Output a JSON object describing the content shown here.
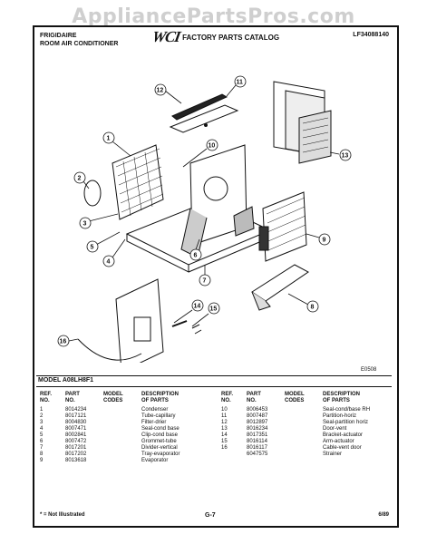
{
  "watermark": "AppliancePartsPros.com",
  "header": {
    "brand": "FRIGIDAIRE",
    "product": "ROOM AIR CONDITIONER",
    "logo": "WCI",
    "catalog_title": "FACTORY PARTS CATALOG",
    "catalog_number": "LF34088140"
  },
  "diagram": {
    "figure_ref": "E0508",
    "callouts": [
      "1",
      "2",
      "3",
      "4",
      "5",
      "6",
      "7",
      "8",
      "9",
      "10",
      "11",
      "12",
      "13",
      "14",
      "15",
      "16"
    ]
  },
  "model": "MODEL A08LH8F1",
  "table": {
    "headers": {
      "ref": [
        "REF.",
        "NO."
      ],
      "part": [
        "PART",
        "NO."
      ],
      "model_codes": [
        "MODEL",
        "CODES"
      ],
      "description": [
        "DESCRIPTION",
        "OF PARTS"
      ]
    },
    "left_rows": [
      {
        "ref": "1",
        "part": "8014234",
        "codes": "",
        "desc": "Condenser"
      },
      {
        "ref": "2",
        "part": "8017121",
        "codes": "",
        "desc": "Tube-capillary"
      },
      {
        "ref": "3",
        "part": "8004830",
        "codes": "",
        "desc": "Filter-drier"
      },
      {
        "ref": "4",
        "part": "8007471",
        "codes": "",
        "desc": "Seal-cond base"
      },
      {
        "ref": "5",
        "part": "8002841",
        "codes": "",
        "desc": "Clip-cond base"
      },
      {
        "ref": "6",
        "part": "8007472",
        "codes": "",
        "desc": "Grommet-tube"
      },
      {
        "ref": "7",
        "part": "8017201",
        "codes": "",
        "desc": "Divider-vertical"
      },
      {
        "ref": "8",
        "part": "8017202",
        "codes": "",
        "desc": "Tray-evaporator"
      },
      {
        "ref": "9",
        "part": "8013618",
        "codes": "",
        "desc": "Evaporator"
      }
    ],
    "right_rows": [
      {
        "ref": "10",
        "part": "8006453",
        "codes": "",
        "desc": "Seal-cond/base RH"
      },
      {
        "ref": "11",
        "part": "8007487",
        "codes": "",
        "desc": "Partition-horiz"
      },
      {
        "ref": "12",
        "part": "8012897",
        "codes": "",
        "desc": "Seal-partition horiz"
      },
      {
        "ref": "13",
        "part": "8016234",
        "codes": "",
        "desc": "Door-vent"
      },
      {
        "ref": "14",
        "part": "8017351",
        "codes": "",
        "desc": "Bracket-actuator"
      },
      {
        "ref": "15",
        "part": "8016114",
        "codes": "",
        "desc": "Arm-actuator"
      },
      {
        "ref": "16",
        "part": "8016117",
        "codes": "",
        "desc": "Cable-vent door"
      },
      {
        "ref": "",
        "part": "6047575",
        "codes": "",
        "desc": "Strainer"
      }
    ]
  },
  "footer": {
    "note": "* = Not Illustrated",
    "page": "G-7",
    "date": "6/89"
  }
}
